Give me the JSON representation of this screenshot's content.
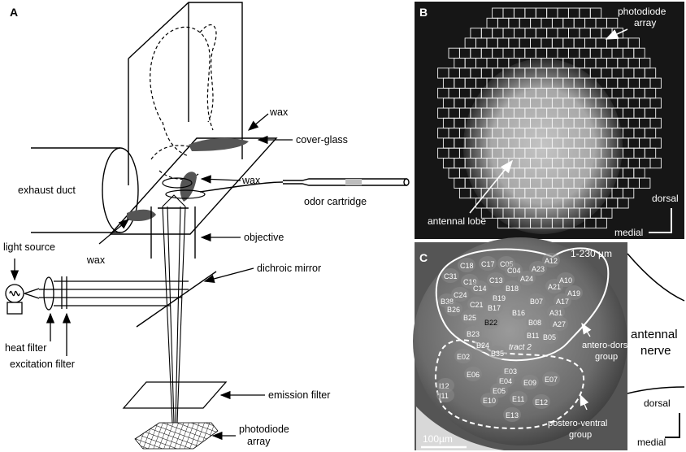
{
  "panels": {
    "a": {
      "letter": "A",
      "labels": {
        "wax_top": "wax",
        "cover_glass": "cover-glass",
        "wax_mid": "wax",
        "exhaust_duct": "exhaust duct",
        "odor_cartridge": "odor cartridge",
        "wax_left": "wax",
        "objective": "objective",
        "light_source": "light source",
        "dichroic_mirror": "dichroic mirror",
        "heat_filter": "heat filter",
        "excitation_filter": "excitation filter",
        "emission_filter": "emission filter",
        "photodiode_array_1": "photodiode",
        "photodiode_array_2": "array"
      }
    },
    "b": {
      "letter": "B",
      "labels": {
        "photodiode_array_1": "photodiode",
        "photodiode_array_2": "array",
        "antennal_lobe": "antennal lobe",
        "dorsal": "dorsal",
        "medial": "medial"
      },
      "grid_row_columns": [
        10,
        12,
        14,
        16,
        18,
        18,
        20,
        20,
        20,
        20,
        20,
        20,
        20,
        20,
        20,
        20,
        18,
        18,
        16,
        14,
        12,
        10
      ],
      "colors": {
        "background": "#161616",
        "grid": "#f2f2f2",
        "lobe": "#bdbdbd"
      }
    },
    "c": {
      "letter": "C",
      "labels": {
        "range": "1-230 µm",
        "tract": "tract 2",
        "antero_dorsal_1": "antero-dorsal",
        "antero_dorsal_2": "group",
        "postero_ventral_1": "postero-ventral",
        "postero_ventral_2": "group",
        "scale_bar": "100µm",
        "antennal_nerve_1": "antennal",
        "antennal_nerve_2": "nerve",
        "dorsal": "dorsal",
        "medial": "medial"
      },
      "glomeruli": [
        "C18",
        "C17",
        "C05",
        "A12",
        "C04",
        "A23",
        "C31",
        "C13",
        "A24",
        "C19",
        "C14",
        "B18",
        "A21",
        "A10",
        "C24",
        "B19",
        "A19",
        "B38",
        "C21",
        "B07",
        "A17",
        "B26",
        "B17",
        "B16",
        "A31",
        "B25",
        "B08",
        "A27",
        "B22",
        "B23",
        "B11",
        "B05",
        "B24",
        "B35",
        "E02",
        "E03",
        "E06",
        "E04",
        "E09",
        "E07",
        "I12",
        "E05",
        "I11",
        "E10",
        "E11",
        "E12",
        "E13"
      ]
    }
  }
}
